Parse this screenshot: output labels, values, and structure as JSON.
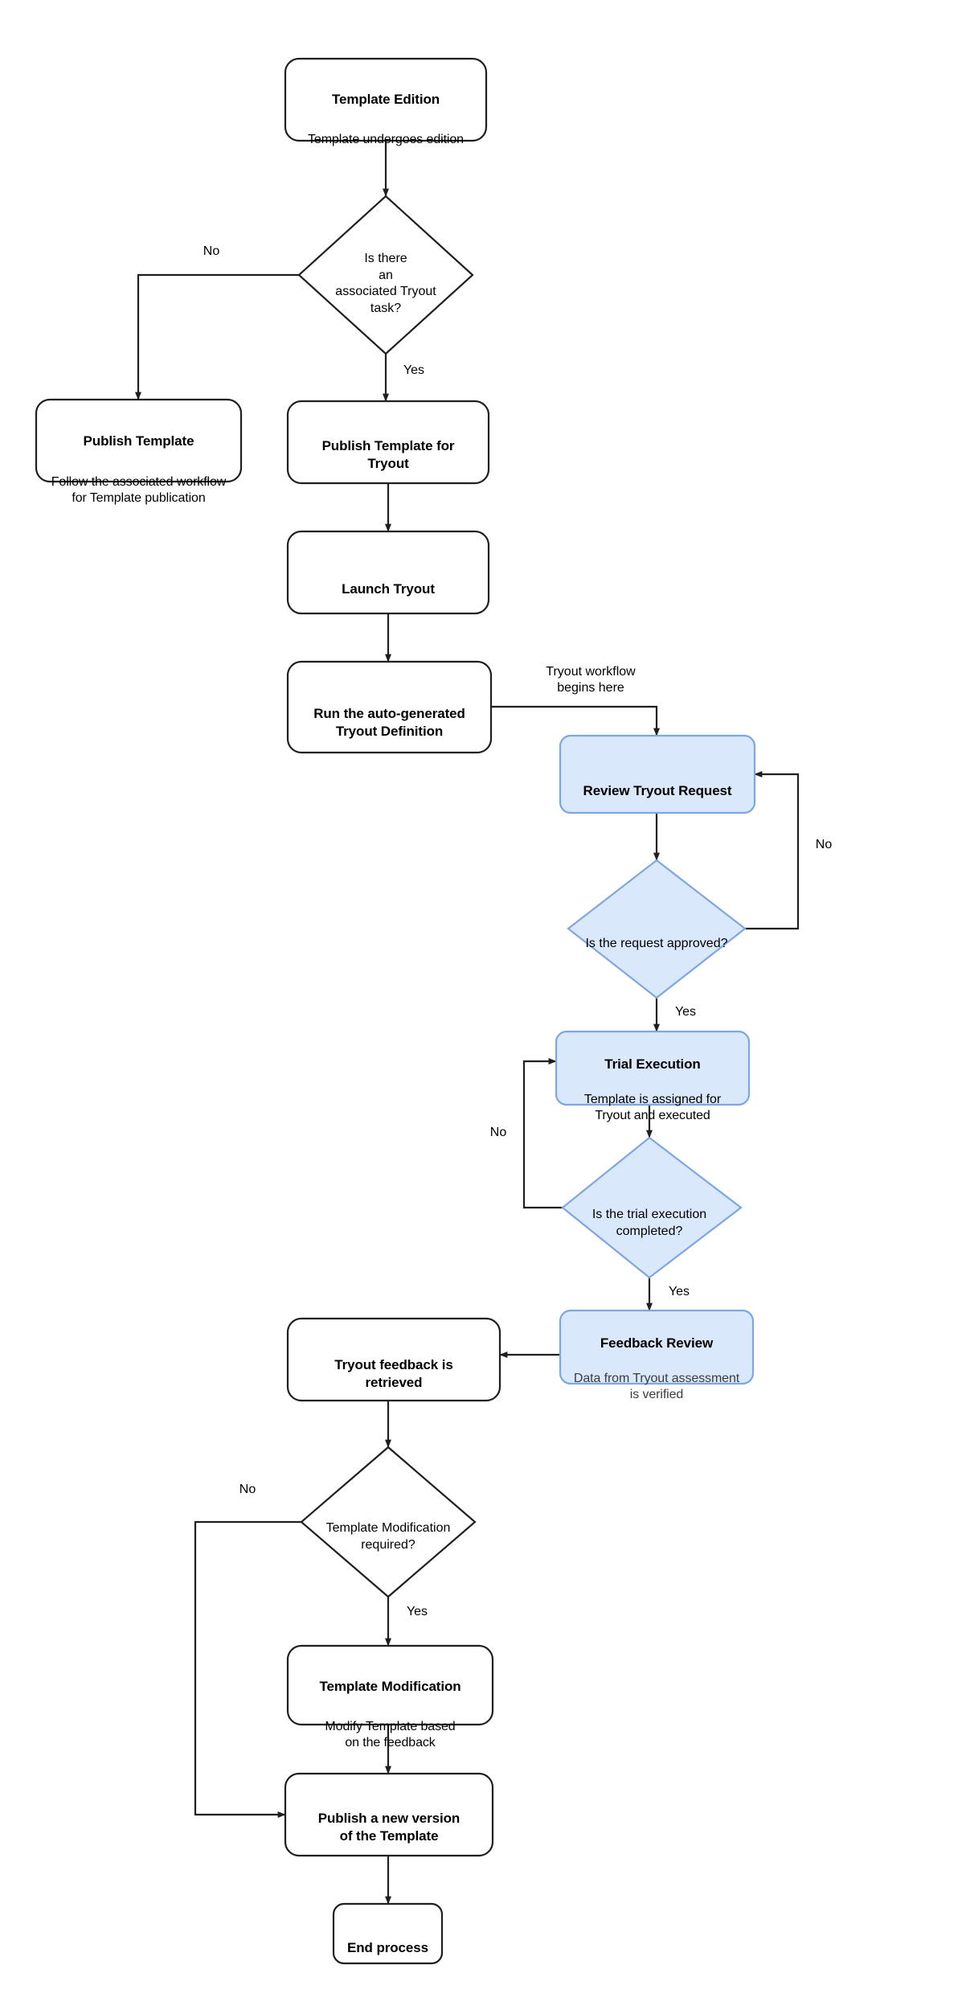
{
  "diagram": {
    "title": "Template Tryout Workflow",
    "colors": {
      "blue_fill": "#dae8fc",
      "blue_stroke": "#7ea6e0",
      "stroke": "#1f1f1f",
      "background": "#ffffff",
      "text": "#000000",
      "muted_text": "#3c3c3c"
    },
    "nodes": [
      {
        "id": "template-edition",
        "type": "process",
        "title": "Template Edition",
        "subtitle": "Template undergoes edition",
        "style": "white"
      },
      {
        "id": "associated-tryout-task",
        "type": "decision",
        "title": "Is  there\nan\nassociated Tryout\ntask?",
        "subtitle": "",
        "style": "white"
      },
      {
        "id": "publish-template",
        "type": "process",
        "title": "Publish Template",
        "subtitle": "Follow the associated workflow\nfor Template publication",
        "style": "white"
      },
      {
        "id": "publish-template-for-tryout",
        "type": "process",
        "title": "Publish Template for\nTryout",
        "subtitle": "",
        "style": "white"
      },
      {
        "id": "launch-tryout",
        "type": "process",
        "title": "Launch Tryout",
        "subtitle": "",
        "style": "white"
      },
      {
        "id": "run-tryout-definition",
        "type": "process",
        "title": "Run the auto-generated\nTryout Definition",
        "subtitle": "",
        "style": "white"
      },
      {
        "id": "review-tryout-request",
        "type": "process",
        "title": "Review Tryout Request",
        "subtitle": "",
        "style": "blue"
      },
      {
        "id": "request-approved",
        "type": "decision",
        "title": "Is the request approved?",
        "subtitle": "",
        "style": "blue"
      },
      {
        "id": "trial-execution",
        "type": "process",
        "title": "Trial Execution",
        "subtitle": "Template is assigned for\nTryout and executed",
        "style": "blue"
      },
      {
        "id": "trial-execution-completed",
        "type": "decision",
        "title": "Is the trial execution\ncompleted?",
        "subtitle": "",
        "style": "blue"
      },
      {
        "id": "feedback-review",
        "type": "process",
        "title": "Feedback Review",
        "subtitle": "Data from Tryout assessment\nis verified",
        "style": "blue"
      },
      {
        "id": "tryout-feedback-retrieved",
        "type": "process",
        "title": "Tryout feedback is\nretrieved",
        "subtitle": "",
        "style": "white"
      },
      {
        "id": "template-modification-required",
        "type": "decision",
        "title": "Template Modification\nrequired?",
        "subtitle": "",
        "style": "white"
      },
      {
        "id": "template-modification",
        "type": "process",
        "title": "Template Modification",
        "subtitle": "Modify Template based\non the feedback",
        "style": "white"
      },
      {
        "id": "publish-new-version",
        "type": "process",
        "title": "Publish a new version\nof the Template",
        "subtitle": "",
        "style": "white"
      },
      {
        "id": "end-process",
        "type": "terminator",
        "title": "End process",
        "subtitle": "",
        "style": "white"
      }
    ],
    "edge_labels": [
      {
        "id": "no-associated-task",
        "text": "No"
      },
      {
        "id": "yes-associated-task",
        "text": "Yes"
      },
      {
        "id": "tryout-workflow-begins-here",
        "text": "Tryout workflow\nbegins here"
      },
      {
        "id": "no-request-approved",
        "text": "No"
      },
      {
        "id": "yes-request-approved",
        "text": "Yes"
      },
      {
        "id": "no-trial-completed",
        "text": "No"
      },
      {
        "id": "yes-trial-completed",
        "text": "Yes"
      },
      {
        "id": "no-modification-required",
        "text": "No"
      },
      {
        "id": "yes-modification-required",
        "text": "Yes"
      }
    ]
  }
}
